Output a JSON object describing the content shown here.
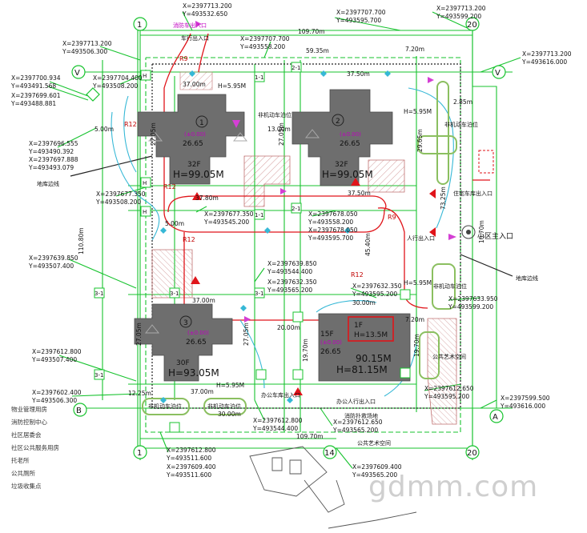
{
  "colors": {
    "green": "#17c32e",
    "building": "#6e6e6e",
    "red": "#e0141a",
    "magenta": "#d43fd4",
    "olive": "#8bbf60",
    "cyan": "#36b8d6",
    "hatch": "#c07070"
  },
  "coords": [
    {
      "x": "X=2397713.200",
      "y": "Y=493532.650"
    },
    {
      "x": "X=2397707.700",
      "y": "Y=493595.700"
    },
    {
      "x": "X=2397713.200",
      "y": "Y=493599.200"
    },
    {
      "x": "X=2397713.200",
      "y": "Y=493506.300"
    },
    {
      "x": "X=2397707.700",
      "y": "Y=493558.200"
    },
    {
      "x": "X=2397713.200",
      "y": "Y=493616.000"
    },
    {
      "x": "X=2397700.934",
      "y": "Y=493491.568"
    },
    {
      "x": "X=2397704.400",
      "y": "Y=493508.200"
    },
    {
      "x": "X=2397699.601",
      "y": "Y=493488.881"
    },
    {
      "x": "X=2397696.555",
      "y": "Y=493490.392"
    },
    {
      "x": "X=2397697.888",
      "y": "Y=493493.079"
    },
    {
      "x": "X=2397677.350",
      "y": "Y=493508.200"
    },
    {
      "x": "X=2397677.350",
      "y": "Y=493545.200"
    },
    {
      "x": "X=2397678.050",
      "y": "Y=493558.200"
    },
    {
      "x": "X=2397678.050",
      "y": "Y=493595.700"
    },
    {
      "x": "X=2397639.850",
      "y": "Y=493507.400"
    },
    {
      "x": "X=2397639.850",
      "y": "Y=493544.400"
    },
    {
      "x": "X=2397632.350",
      "y": "Y=493565.200"
    },
    {
      "x": "X=2397632.350",
      "y": "Y=493595.200"
    },
    {
      "x": "X=2397633.950",
      "y": "Y=493599.200"
    },
    {
      "x": "X=2397612.800",
      "y": "Y=493507.400"
    },
    {
      "x": "X=2397612.650",
      "y": "Y=493595.200"
    },
    {
      "x": "X=2397599.500",
      "y": "Y=493616.000"
    },
    {
      "x": "X=2397602.400",
      "y": "Y=493506.300"
    },
    {
      "x": "X=2397612.650",
      "y": "Y=493565.200"
    },
    {
      "x": "X=2397612.800",
      "y": "Y=493544.400"
    },
    {
      "x": "X=2397612.800",
      "y": "Y=493511.600"
    },
    {
      "x": "X=2397609.400",
      "y": "Y=493511.600"
    },
    {
      "x": "X=2397609.400",
      "y": "Y=493565.200"
    }
  ],
  "dims": {
    "top": "109.70m",
    "bottom": "109.70m",
    "left": "110.80m",
    "d59": "59.35m",
    "d3750a": "37.50m",
    "d3700a": "37.00m",
    "d3700b": "37.00m",
    "d3700c": "37.00m",
    "d3750b": "37.50m",
    "d3780": "37.80m",
    "d3000": "30.00m",
    "d3000b": "30.00m",
    "d2705a": "27.05m",
    "d2705b": "27.05m",
    "d2705c": "27.05m",
    "d2705d": "27.05m",
    "d2965": "29.65m",
    "d1970a": "19.70m",
    "d1970b": "19.70m",
    "d2000": "20.00m",
    "d1225": "12.25m",
    "d1300": "13.00m",
    "d4540": "45.40m",
    "d7325": "73.25m",
    "d1070": "10.70m",
    "d500a": "5.00m",
    "d500b": "5.00m",
    "d595a": "H=5.95M",
    "d595b": "H=5.95M",
    "d595c": "H=5.95M",
    "d595d": "H=5.95M",
    "d720": "7.20m",
    "d720b": "7.20m",
    "d285": "2.85m"
  },
  "buildings": [
    {
      "num": "1",
      "floors": "32F",
      "height": "H=99.05M",
      "elev": "26.65",
      "elev0": "(±0.00)"
    },
    {
      "num": "2",
      "floors": "32F",
      "height": "H=99.05M",
      "elev": "26.65",
      "elev0": "(±0.00)"
    },
    {
      "num": "3",
      "floors": "30F",
      "height": "H=93.05M",
      "elev": "26.65",
      "elev0": "(±0.00)"
    },
    {
      "num": "",
      "floors": "15F",
      "height": "H=81.15M",
      "elev": "26.65",
      "elev0": "(±0.00)",
      "height2": "90.15M",
      "tag1": "1F",
      "tag2": "H=13.5M"
    }
  ],
  "axes": {
    "a1": "1",
    "a20": "20",
    "aV": "V",
    "aA": "A",
    "aB": "B",
    "a14": "14",
    "aH": "H",
    "a2_1": "2-1",
    "a1_1": "1-1",
    "a3_1": "3-1"
  },
  "labels": {
    "fire_top": "消防车出入口",
    "vehicle_top": "车行出入口",
    "basement_left": "地库边线",
    "basement_right": "地库边线",
    "main_entry": "小区主入口",
    "garage_entry": "住宅车库出入口",
    "ped_entry": "人行出入口",
    "bike1": "非机动车泊位",
    "bike2": "非机动车泊位",
    "bike3": "非机动车泊位",
    "bike4": "非机动车泊位",
    "bike5": "非机动车泊位",
    "office_entry": "办公车库出入口",
    "office_ped": "办公人行出入口",
    "public_space": "公共艺术空间",
    "public_space2": "公共艺术空间",
    "fire_site": "消防扑救场地",
    "r9a": "R9",
    "r9b": "R9",
    "r12a": "R12",
    "r12b": "R12",
    "r12c": "R12",
    "r12d": "R12"
  },
  "legend": [
    "物业管理用房",
    "消防控制中心",
    "社区居委会",
    "社区公共服务用房",
    "托老所",
    "公共厕所",
    "垃圾收集点"
  ],
  "watermark": "gdmm.com"
}
